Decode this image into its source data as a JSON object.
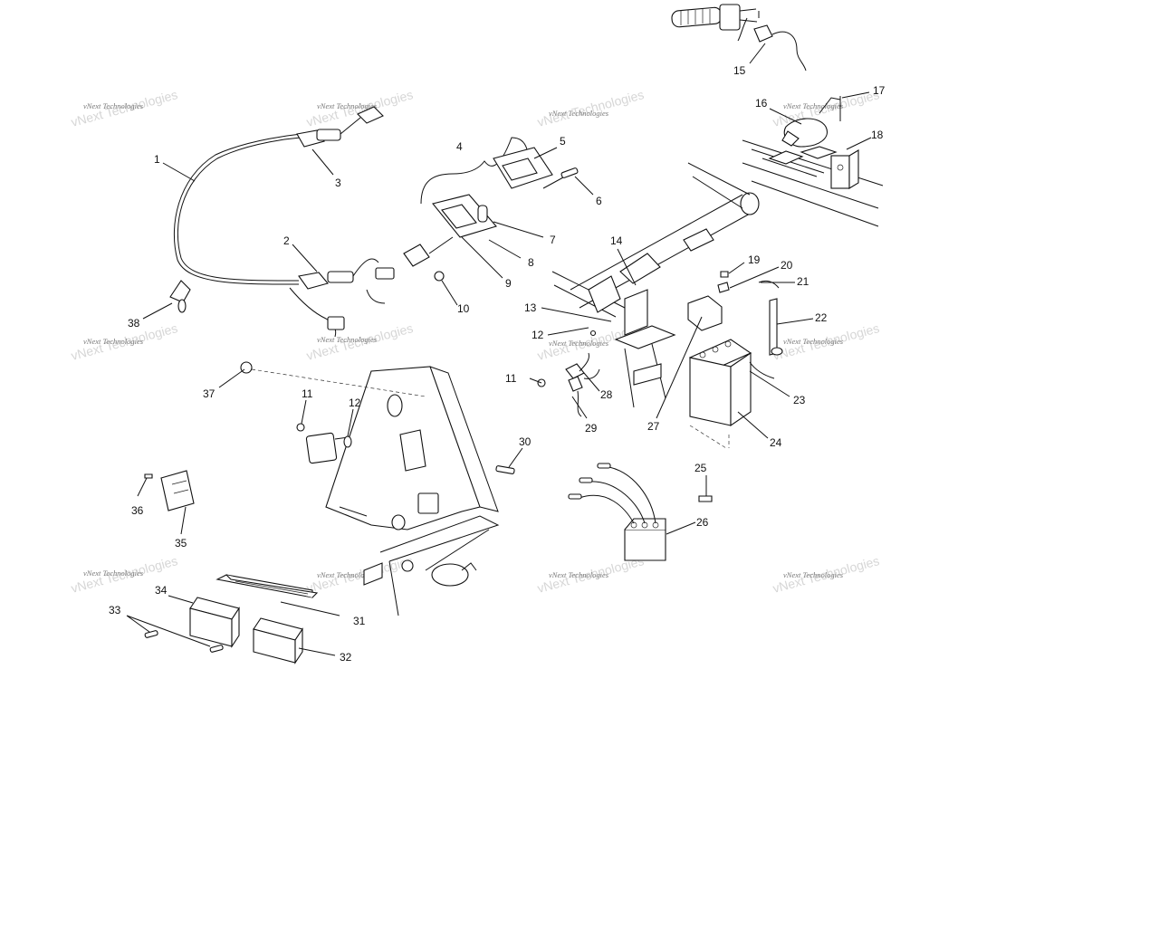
{
  "diagram": {
    "watermark_text": "vNext Technologies",
    "callouts": [
      "1",
      "2",
      "3",
      "4",
      "5",
      "6",
      "7",
      "8",
      "9",
      "10",
      "11",
      "12",
      "13",
      "14",
      "15",
      "16",
      "17",
      "18",
      "19",
      "20",
      "21",
      "22",
      "23",
      "24",
      "25",
      "26",
      "27",
      "28",
      "29",
      "30",
      "31",
      "32",
      "33",
      "34",
      "35",
      "36",
      "37",
      "38",
      "11",
      "12"
    ]
  }
}
